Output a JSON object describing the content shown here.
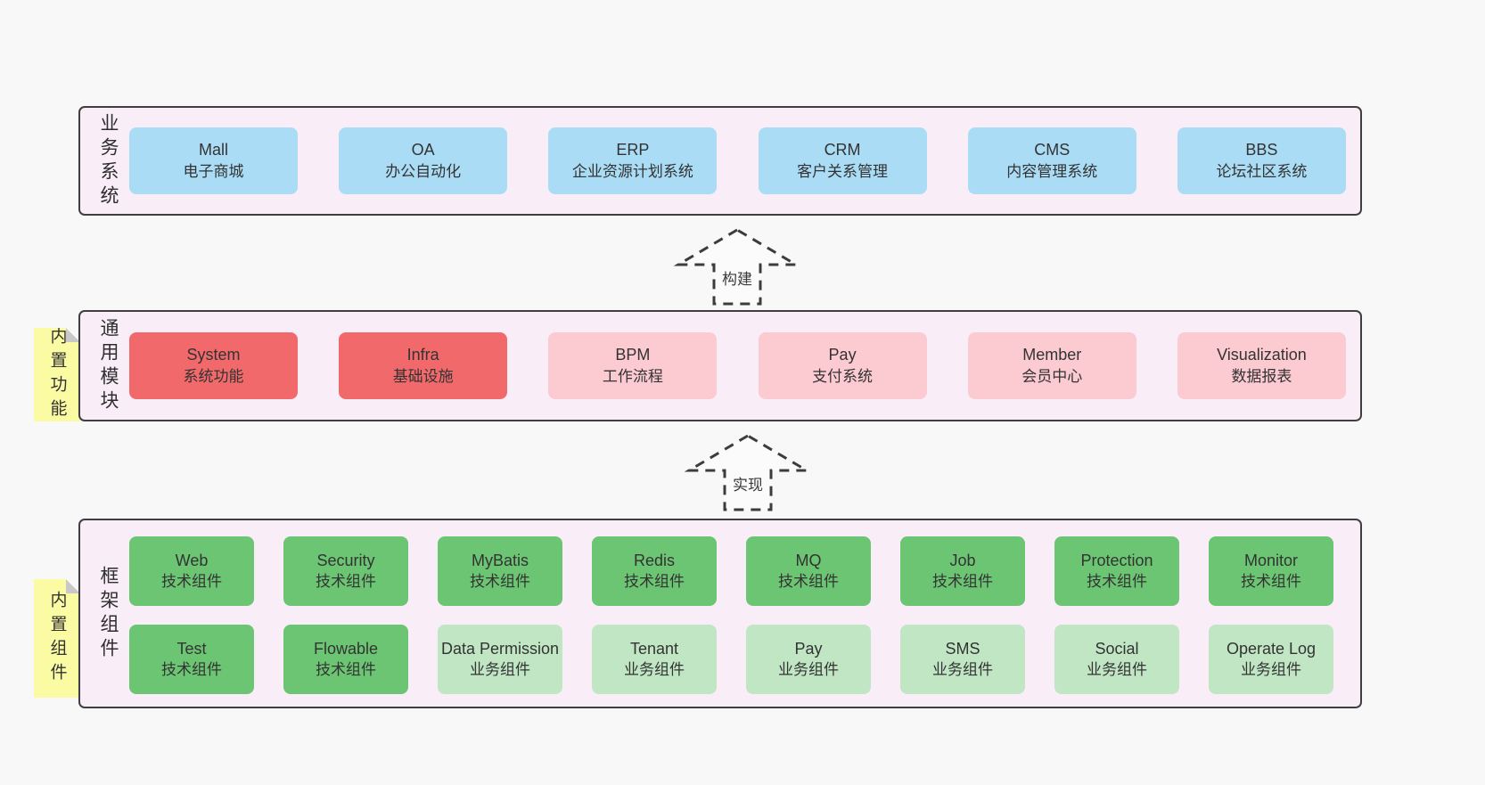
{
  "colors": {
    "page_bg": "#f8f8f8",
    "band_bg": "#f9eef7",
    "band_border": "#3f3f3f",
    "blue": "#aadcf5",
    "red": "#f2696b",
    "pink": "#fccad1",
    "green": "#6bc573",
    "lightgreen": "#c0e6c4",
    "sticky_yellow": "#fbfba4",
    "fold_gray": "#c8c8c8",
    "arrow_stroke": "#3c3c3c",
    "text": "#333333"
  },
  "arrows": [
    {
      "label": "构建"
    },
    {
      "label": "实现"
    }
  ],
  "bands": {
    "business": {
      "label": "业务系统",
      "boxes": [
        {
          "title": "Mall",
          "subtitle": "电子商城",
          "variant": "blue"
        },
        {
          "title": "OA",
          "subtitle": "办公自动化",
          "variant": "blue"
        },
        {
          "title": "ERP",
          "subtitle": "企业资源计划系统",
          "variant": "blue"
        },
        {
          "title": "CRM",
          "subtitle": "客户关系管理",
          "variant": "blue"
        },
        {
          "title": "CMS",
          "subtitle": "内容管理系统",
          "variant": "blue"
        },
        {
          "title": "BBS",
          "subtitle": "论坛社区系统",
          "variant": "blue"
        }
      ]
    },
    "modules": {
      "label": "通用模块",
      "sticky": "内置功能",
      "boxes": [
        {
          "title": "System",
          "subtitle": "系统功能",
          "variant": "red"
        },
        {
          "title": "Infra",
          "subtitle": "基础设施",
          "variant": "red"
        },
        {
          "title": "BPM",
          "subtitle": "工作流程",
          "variant": "pink"
        },
        {
          "title": "Pay",
          "subtitle": "支付系统",
          "variant": "pink"
        },
        {
          "title": "Member",
          "subtitle": "会员中心",
          "variant": "pink"
        },
        {
          "title": "Visualization",
          "subtitle": "数据报表",
          "variant": "pink"
        }
      ]
    },
    "components": {
      "label": "框架组件",
      "sticky": "内置组件",
      "row1": [
        {
          "title": "Web",
          "subtitle": "技术组件",
          "variant": "green"
        },
        {
          "title": "Security",
          "subtitle": "技术组件",
          "variant": "green"
        },
        {
          "title": "MyBatis",
          "subtitle": "技术组件",
          "variant": "green"
        },
        {
          "title": "Redis",
          "subtitle": "技术组件",
          "variant": "green"
        },
        {
          "title": "MQ",
          "subtitle": "技术组件",
          "variant": "green"
        },
        {
          "title": "Job",
          "subtitle": "技术组件",
          "variant": "green"
        },
        {
          "title": "Protection",
          "subtitle": "技术组件",
          "variant": "green"
        },
        {
          "title": "Monitor",
          "subtitle": "技术组件",
          "variant": "green"
        }
      ],
      "row2": [
        {
          "title": "Test",
          "subtitle": "技术组件",
          "variant": "green"
        },
        {
          "title": "Flowable",
          "subtitle": "技术组件",
          "variant": "green"
        },
        {
          "title": "Data Permission",
          "subtitle": "业务组件",
          "variant": "lightgreen"
        },
        {
          "title": "Tenant",
          "subtitle": "业务组件",
          "variant": "lightgreen"
        },
        {
          "title": "Pay",
          "subtitle": "业务组件",
          "variant": "lightgreen"
        },
        {
          "title": "SMS",
          "subtitle": "业务组件",
          "variant": "lightgreen"
        },
        {
          "title": "Social",
          "subtitle": "业务组件",
          "variant": "lightgreen"
        },
        {
          "title": "Operate Log",
          "subtitle": "业务组件",
          "variant": "lightgreen"
        }
      ]
    }
  }
}
